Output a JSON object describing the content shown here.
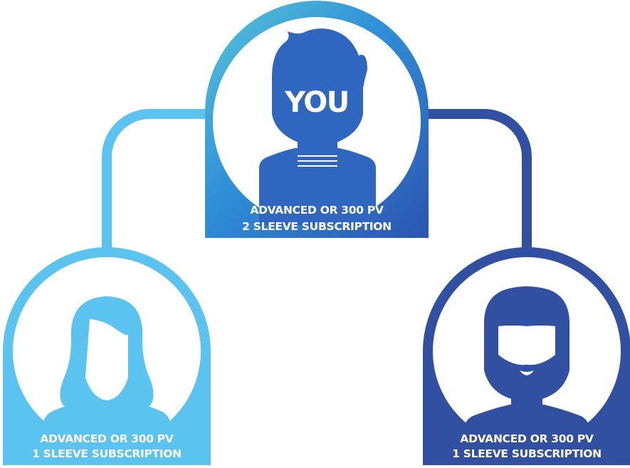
{
  "colors": {
    "left_branch": "#5bc3ef",
    "right_branch": "#3150a2",
    "top_gradient_start": "#58c6d9",
    "top_gradient_mid": "#2f8fd8",
    "top_gradient_end": "#2c55b0",
    "background": "#ffffff"
  },
  "nodes": {
    "top": {
      "badge": "YOU",
      "line1": "ADVANCED OR 300 PV",
      "line2": "2 SLEEVE SUBSCRIPTION",
      "icon": "person-male-icon"
    },
    "left": {
      "line1": "ADVANCED OR 300 PV",
      "line2": "1 SLEEVE SUBSCRIPTION",
      "icon": "person-female-icon"
    },
    "right": {
      "line1": "ADVANCED OR 300 PV",
      "line2": "1 SLEEVE SUBSCRIPTION",
      "icon": "person-bearded-male-icon"
    }
  }
}
